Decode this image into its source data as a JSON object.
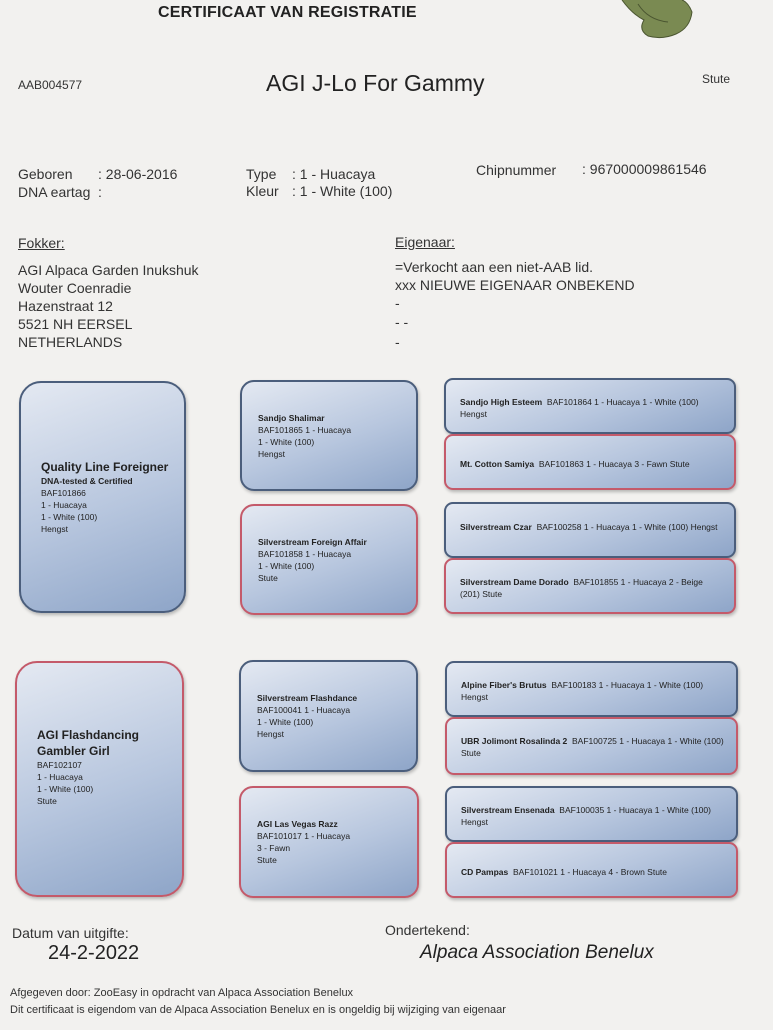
{
  "header": {
    "title": "CERTIFICAAT VAN REGISTRATIE"
  },
  "animal": {
    "reg_number": "AAB004577",
    "name": "AGI J-Lo For Gammy",
    "sex": "Stute",
    "born_label": "Geboren",
    "born_value": ": 28-06-2016",
    "dna_label": "DNA eartag",
    "dna_value": ":",
    "type_label": "Type",
    "type_value": ": 1 - Huacaya",
    "color_label": "Kleur",
    "color_value": ": 1 - White (100)",
    "chip_label": "Chipnummer",
    "chip_value": ": 967000009861546"
  },
  "breeder": {
    "heading": "Fokker:",
    "lines": [
      "AGI Alpaca Garden Inukshuk",
      "Wouter  Coenradie",
      "Hazenstraat 12",
      "5521 NH EERSEL",
      "NETHERLANDS"
    ]
  },
  "owner": {
    "heading": "Eigenaar:",
    "lines": [
      "=Verkocht aan een niet-AAB lid.",
      "xxx  NIEUWE EIGENAAR ONBEKEND",
      "-",
      "- -",
      "-"
    ]
  },
  "pedigree": {
    "sire": {
      "name": "Quality Line Foreigner",
      "note": "DNA-tested & Certified",
      "id": "BAF101866",
      "type": "1 - Huacaya",
      "color": "1 - White (100)",
      "sex": "Hengst"
    },
    "sire_sire": {
      "name": "Sandjo Shalimar",
      "line1": "BAF101865 1 - Huacaya",
      "color": "1 - White (100)",
      "sex": "Hengst"
    },
    "sire_dam": {
      "name": "Silverstream Foreign Affair",
      "line1": "BAF101858 1 - Huacaya",
      "color": "1 - White (100)",
      "sex": "Stute"
    },
    "ss_sire": {
      "name": "Sandjo High Esteem",
      "rest": "BAF101864  1 - Huacaya  1 - White (100)  Hengst"
    },
    "ss_dam": {
      "name": "Mt. Cotton Samiya",
      "rest": "BAF101863  1 - Huacaya  3 - Fawn  Stute"
    },
    "sd_sire": {
      "name": "Silverstream Czar",
      "rest": "BAF100258  1 - Huacaya  1 - White (100)  Hengst"
    },
    "sd_dam": {
      "name": "Silverstream Dame Dorado",
      "rest": "BAF101855  1 - Huacaya  2 - Beige (201)  Stute"
    },
    "dam": {
      "name": "AGI Flashdancing Gambler Girl",
      "id": "BAF102107",
      "type": "1 - Huacaya",
      "color": "1 - White (100)",
      "sex": "Stute"
    },
    "dam_sire": {
      "name": "Silverstream Flashdance",
      "line1": "BAF100041  1 - Huacaya",
      "color": "1 - White (100)",
      "sex": "Hengst"
    },
    "dam_dam": {
      "name": "AGI Las Vegas Razz",
      "line1": "BAF101017  1 - Huacaya",
      "color": "3 - Fawn",
      "sex": "Stute"
    },
    "ds_sire": {
      "name": "Alpine Fiber's Brutus",
      "rest": "BAF100183  1 - Huacaya  1 - White (100)  Hengst"
    },
    "ds_dam": {
      "name": "UBR Jolimont Rosalinda 2",
      "rest": "BAF100725  1 - Huacaya  1 - White (100)  Stute"
    },
    "dd_sire": {
      "name": "Silverstream Ensenada",
      "rest": "BAF100035  1 - Huacaya  1 - White (100)  Hengst"
    },
    "dd_dam": {
      "name": "CD Pampas",
      "rest": "BAF101021  1 - Huacaya  4 - Brown  Stute"
    }
  },
  "footer": {
    "issue_label": "Datum van uitgifte:",
    "issue_date": "24-2-2022",
    "signed_label": "Ondertekend:",
    "signed_by": "Alpaca Association Benelux",
    "line1": "Afgegeven door:  ZooEasy in opdracht van Alpaca Association Benelux",
    "line2": "Dit certificaat is eigendom van de Alpaca Association Benelux en is ongeldig bij wijziging van eigenaar"
  },
  "colors": {
    "male_border": "#4b5e7c",
    "female_border": "#c45a6a",
    "box_fill": "#b7c6de"
  }
}
